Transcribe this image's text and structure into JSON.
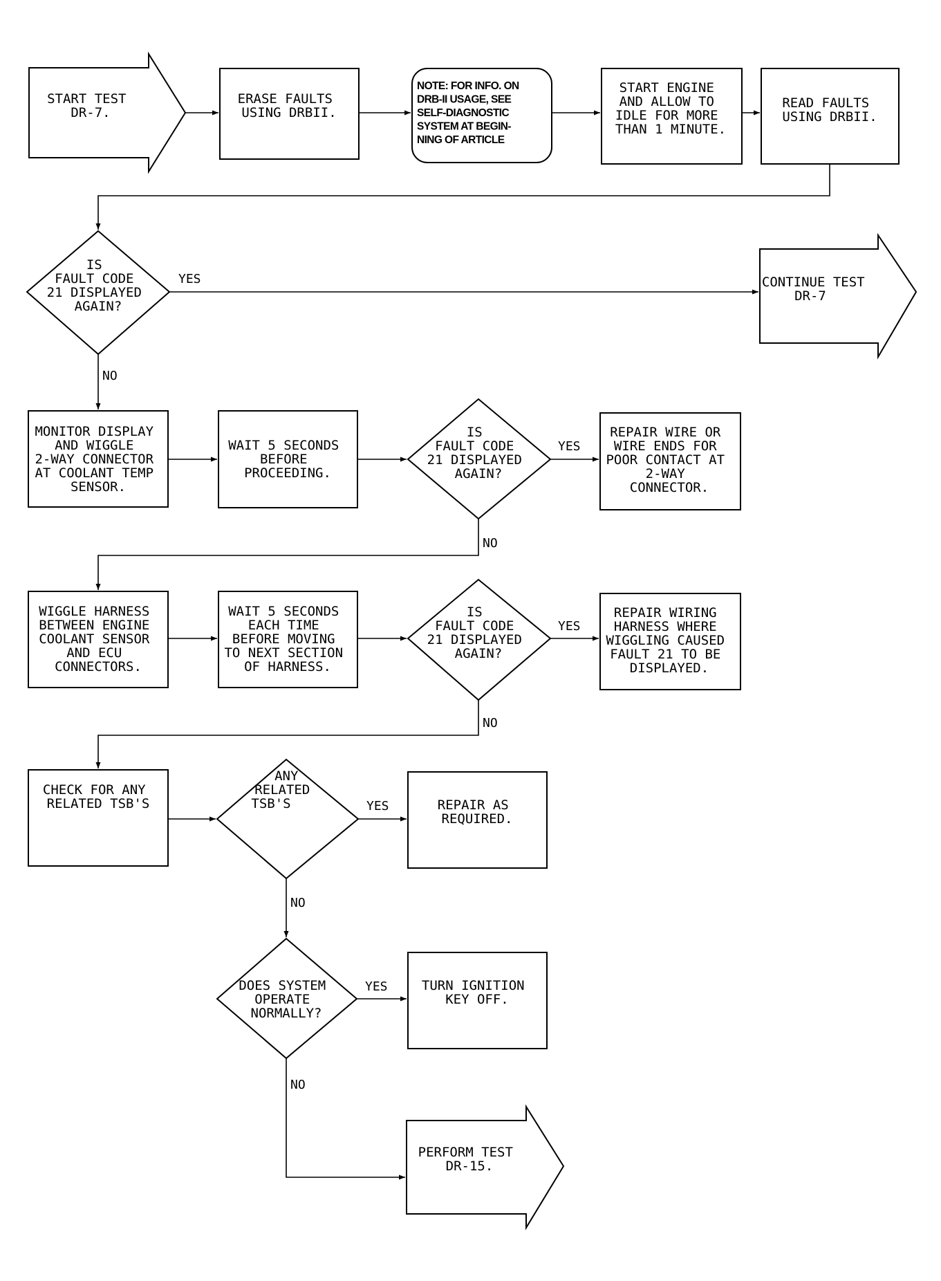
{
  "nodes": {
    "start": [
      "START TEST",
      "DR-7."
    ],
    "erase": [
      "ERASE FAULTS",
      "USING DRBII."
    ],
    "note": [
      "NOTE: FOR INFO. ON",
      "DRB-II USAGE, SEE",
      "SELF-DIAGNOSTIC",
      "SYSTEM AT BEGIN-",
      "NING OF ARTICLE"
    ],
    "start_engine": [
      "START ENGINE",
      "AND ALLOW TO",
      "IDLE FOR MORE",
      "THAN 1 MINUTE."
    ],
    "read": [
      "READ FAULTS",
      "USING DRBII."
    ],
    "q1": [
      "IS",
      "FAULT CODE",
      "21 DISPLAYED",
      "AGAIN?"
    ],
    "continue": [
      "CONTINUE TEST",
      "DR-7"
    ],
    "monitor": [
      "MONITOR DISPLAY",
      "AND WIGGLE",
      "2-WAY CONNECTOR",
      "AT COOLANT TEMP",
      "SENSOR."
    ],
    "wait1": [
      "WAIT 5 SECONDS",
      "BEFORE",
      "PROCEEDING."
    ],
    "q2": [
      "IS",
      "FAULT CODE",
      "21 DISPLAYED",
      "AGAIN?"
    ],
    "repair1": [
      "REPAIR WIRE OR",
      "WIRE ENDS FOR",
      "POOR CONTACT AT",
      "2-WAY",
      "CONNECTOR."
    ],
    "wiggle": [
      "WIGGLE HARNESS",
      "BETWEEN ENGINE",
      "COOLANT SENSOR",
      "AND ECU",
      "CONNECTORS."
    ],
    "wait2": [
      "WAIT 5 SECONDS",
      "EACH TIME",
      "BEFORE MOVING",
      "TO NEXT SECTION",
      "OF HARNESS."
    ],
    "q3": [
      "IS",
      "FAULT CODE",
      "21 DISPLAYED",
      "AGAIN?"
    ],
    "repair2": [
      "REPAIR WIRING",
      "HARNESS WHERE",
      "WIGGLING CAUSED",
      "FAULT 21 TO BE",
      "DISPLAYED."
    ],
    "check": [
      "CHECK FOR ANY",
      "RELATED TSB'S"
    ],
    "q4": [
      "ANY",
      "RELATED",
      "TSB'S"
    ],
    "repair3": [
      "REPAIR AS",
      "REQUIRED."
    ],
    "q5": [
      "DOES SYSTEM",
      "OPERATE",
      "NORMALLY?"
    ],
    "turn": [
      "TURN IGNITION",
      "KEY OFF."
    ],
    "perform": [
      "PERFORM TEST",
      "DR-15."
    ]
  },
  "edge_labels": {
    "yes": "YES",
    "no": "NO"
  }
}
